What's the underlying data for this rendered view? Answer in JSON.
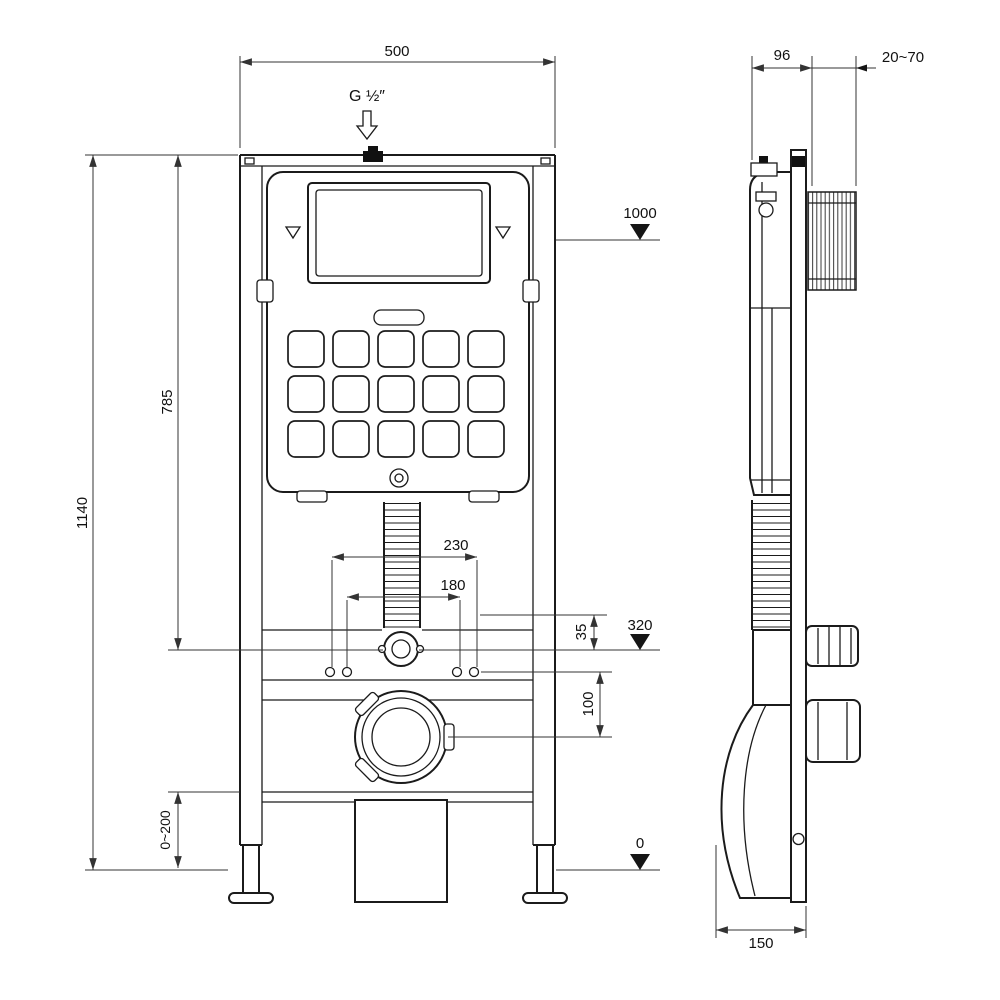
{
  "front_view": {
    "labels": {
      "width": "500",
      "inlet": "G ½″",
      "overall_height": "1140",
      "cistern_height": "785",
      "feet_adjust": "0~200",
      "level_1000": "1000",
      "span_230": "230",
      "span_180": "180",
      "offset_35": "35",
      "level_320": "320",
      "offset_100": "100",
      "level_0": "0"
    }
  },
  "side_view": {
    "labels": {
      "frame_depth": "96",
      "wall_clearance": "20~70",
      "base_depth": "150"
    }
  }
}
